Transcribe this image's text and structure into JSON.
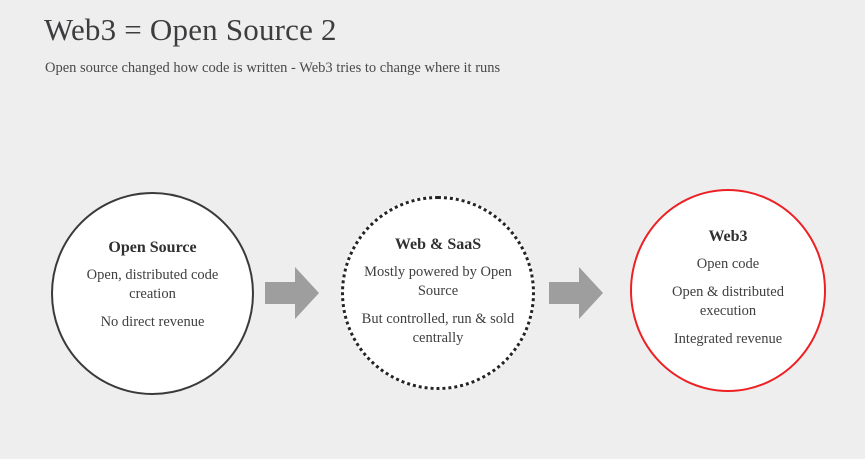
{
  "header": {
    "title": "Web3 = Open Source 2",
    "subtitle": "Open source changed how code is written - Web3 tries to change where it runs"
  },
  "colors": {
    "background": "#eeeeee",
    "node_fill": "#ffffff",
    "open_source_border": "#3a3a3c",
    "web_saas_border": "#242426",
    "web3_border": "#ed2024",
    "arrow_fill": "#9e9e9e",
    "title_text": "#3d3d3f",
    "body_text": "#3f3f41"
  },
  "diagram": {
    "nodes": [
      {
        "id": "open-source",
        "title": "Open Source",
        "lines": [
          "Open, distributed code creation",
          "No direct revenue"
        ],
        "border_style": "solid",
        "border_color": "#3a3a3c"
      },
      {
        "id": "web-saas",
        "title": "Web & SaaS",
        "lines": [
          "Mostly powered by Open Source",
          "But controlled, run & sold centrally"
        ],
        "border_style": "dotted",
        "border_color": "#242426"
      },
      {
        "id": "web3",
        "title": "Web3",
        "lines": [
          "Open code",
          "Open & distributed execution",
          "Integrated revenue"
        ],
        "border_style": "solid",
        "border_color": "#ed2024"
      }
    ],
    "connectors": [
      {
        "id": "arrow-1",
        "icon": "arrow-right-icon",
        "from": "open-source",
        "to": "web-saas"
      },
      {
        "id": "arrow-2",
        "icon": "arrow-right-icon",
        "from": "web-saas",
        "to": "web3"
      }
    ]
  }
}
